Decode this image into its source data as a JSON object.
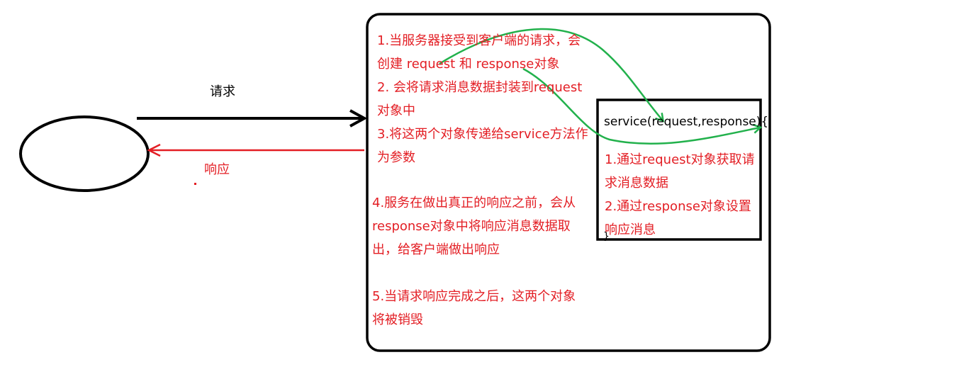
{
  "labels": {
    "request": "请求",
    "response": "响应"
  },
  "server_steps": {
    "step1": [
      "1.当服务器接受到客户端的请求，会",
      "创建 request 和 response对象"
    ],
    "step2": [
      "2. 会将请求消息数据封装到request",
      "对象中"
    ],
    "step3": [
      "3.将这两个对象传递给service方法作",
      "为参数"
    ],
    "step4": [
      "4.服务在做出真正的响应之前，会从",
      "response对象中将响应消息数据取",
      "出，给客户端做出响应"
    ],
    "step5": [
      "5.当请求响应完成之后，这两个对象",
      "将被销毁"
    ]
  },
  "service_box": {
    "signature": "service(request,response){",
    "lines": [
      "1.通过request对象获取请",
      "求消息数据",
      "2.通过response对象设置",
      "响应消息"
    ],
    "closing": "}"
  },
  "colors": {
    "black": "#000000",
    "red": "#e31e24",
    "green": "#22b14c"
  }
}
